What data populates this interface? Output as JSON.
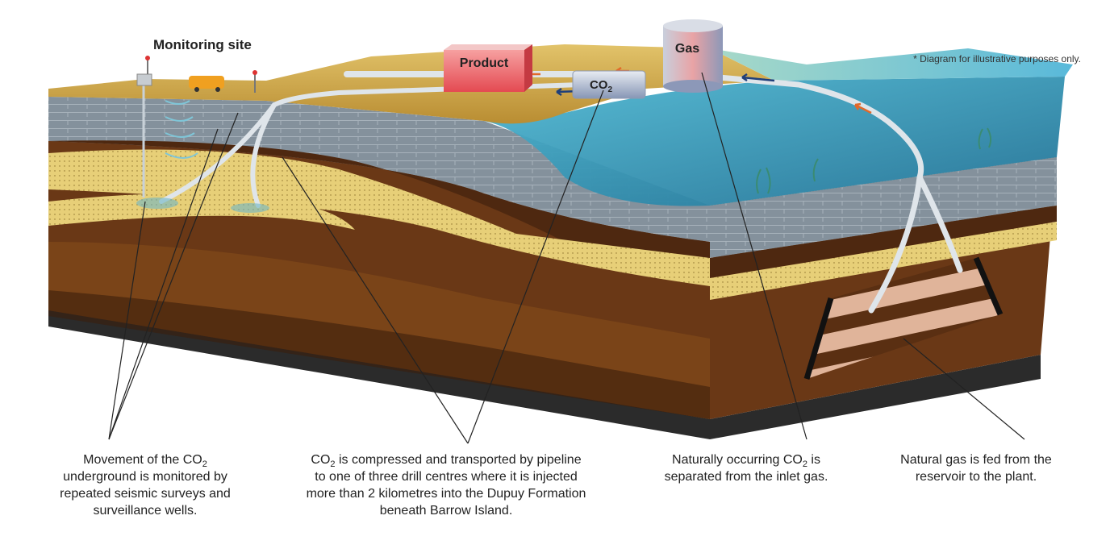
{
  "labels": {
    "monitoring_site": "Monitoring site",
    "product": "Product",
    "co2": "CO",
    "co2_sub": "2",
    "gas": "Gas",
    "disclaimer": "* Diagram for illustrative purposes only."
  },
  "captions": {
    "c1": {
      "pre": "Movement of the CO",
      "sub": "2",
      "post": "underground is monitored by repeated seismic surveys and surveillance wells."
    },
    "c2": {
      "pre": "CO",
      "sub": "2",
      "post": " is compressed and transported by pipeline to one of three drill centres where it is injected more than 2 kilometres into the Dupuy Formation beneath Barrow Island."
    },
    "c3": {
      "pre": "Naturally occurring CO",
      "sub": "2",
      "post": " is separated from the inlet gas."
    },
    "c4": {
      "text": "Natural gas is fed from the reservoir to the plant."
    }
  },
  "colors": {
    "sand": "#c9a441",
    "limestone": "#7f8b96",
    "brown_dark": "#5a2f12",
    "brown_mid": "#7a4418",
    "yellow_layer": "#e6cd72",
    "water": "#3fa7c2",
    "product_red": "#e8555a",
    "pipe": "#dfe5ea",
    "arrow_orange": "#e2692a",
    "arrow_blue": "#1f3f7a"
  }
}
